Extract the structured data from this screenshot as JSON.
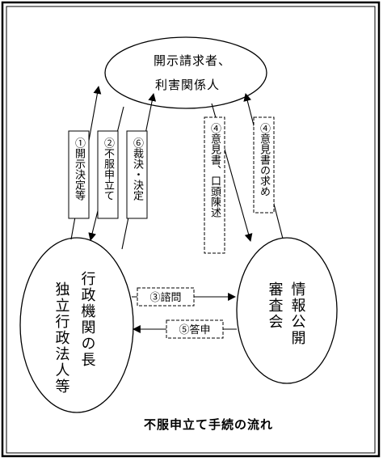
{
  "nodes": {
    "requester": {
      "line1": "開示請求者、",
      "line2": "利害関係人"
    },
    "agency": {
      "col1": "行政機関の長",
      "col2": "独立行政法人等"
    },
    "board": {
      "col1": "情報公開",
      "col2": "審査会"
    }
  },
  "steps": {
    "s1": "①開示決定等",
    "s2": "②不服申立て",
    "s6": "⑥裁決・決定",
    "s4a": "④意見書、口頭陳述",
    "s4b": "④意見書の求め",
    "s3": "③諮問",
    "s5": "⑤答申"
  },
  "caption": "不服申立て手続の流れ"
}
